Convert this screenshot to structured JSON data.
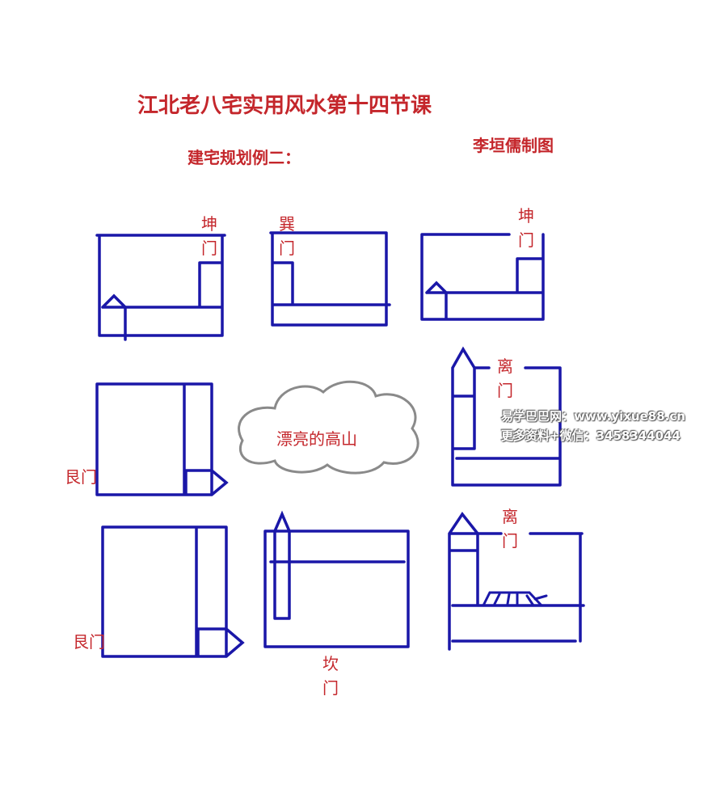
{
  "title": "江北老八宅实用风水第十四节课",
  "subtitle": "建宅规划例二：",
  "author": "李垣儒制图",
  "colors": {
    "lines": "#1a17a8",
    "text": "#c4262b",
    "cloud": "#8a8a8a"
  },
  "panels": [
    {
      "door_label": "坤门"
    },
    {
      "door_label": "巽门"
    },
    {
      "door_label": "坤门"
    },
    {
      "door_label": "艮门"
    },
    {
      "center_label": "漂亮的高山"
    },
    {
      "door_label": "离门"
    },
    {
      "door_label": "艮门"
    },
    {
      "door_label": "坎门"
    },
    {
      "door_label": "离门"
    }
  ],
  "watermark": {
    "line1": "易学巴巴网：www.yixue88.cn",
    "line2": "更多资料+微信：3458344044"
  }
}
